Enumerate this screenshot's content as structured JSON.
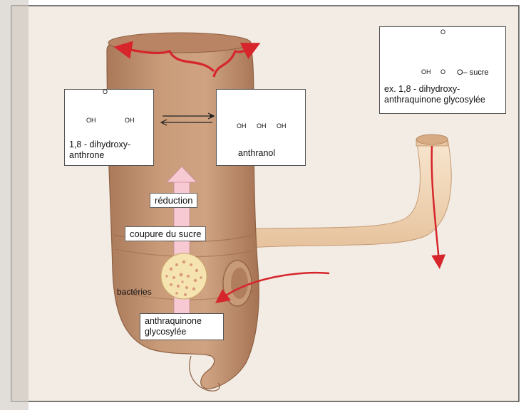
{
  "labels": {
    "anthrone_line1": "1,8 - dihydroxy-",
    "anthrone_line2": "anthrone",
    "anthranol": "anthranol",
    "reduction": "réduction",
    "coupure": "coupure du sucre",
    "bacteries": "bactéries",
    "anthraquinone_line1": "anthraquinone",
    "anthraquinone_line2": "glycosylée",
    "ex_line1": "ex. 1,8 - dihydroxy-",
    "ex_line2": "anthraquinone glycosylée",
    "sucre": "O– sucre"
  },
  "atoms": {
    "oh": "OH",
    "o": "O"
  },
  "colors": {
    "background": "#f2ece4",
    "colon": "#c79a78",
    "colon_dark": "#a87656",
    "intestine": "#f3dcc0",
    "arrow_red": "#d6262b",
    "arrow_pink": "#f7c9d2"
  }
}
